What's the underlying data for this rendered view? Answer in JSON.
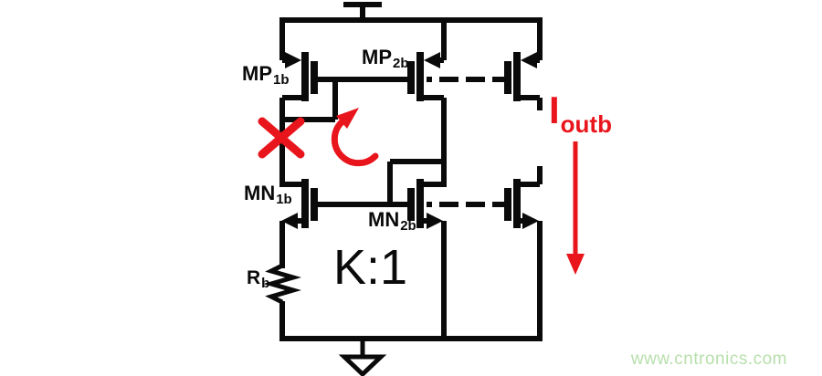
{
  "colors": {
    "wire": "#0a0a0a",
    "annotation": "#e9151c",
    "watermark": "#b7dfac"
  },
  "labels": {
    "mp1b": {
      "main": "MP",
      "sub": "1b"
    },
    "mp2b": {
      "main": "MP",
      "sub": "2b"
    },
    "mn1b": {
      "main": "MN",
      "sub": "1b"
    },
    "mn2b": {
      "main": "MN",
      "sub": "2b"
    },
    "rb": {
      "main": "R",
      "sub": "b"
    },
    "ratio": "K:1",
    "output_current": {
      "main": "I",
      "sub": "outb"
    }
  },
  "icons": {
    "vdd": "supply-tee",
    "ground": "ground-triangle",
    "broken_node_marker": "red-x",
    "loop_annotation": "circular-arrow",
    "output_current_direction": "down-arrow"
  },
  "watermark": "www.cntronics.com"
}
